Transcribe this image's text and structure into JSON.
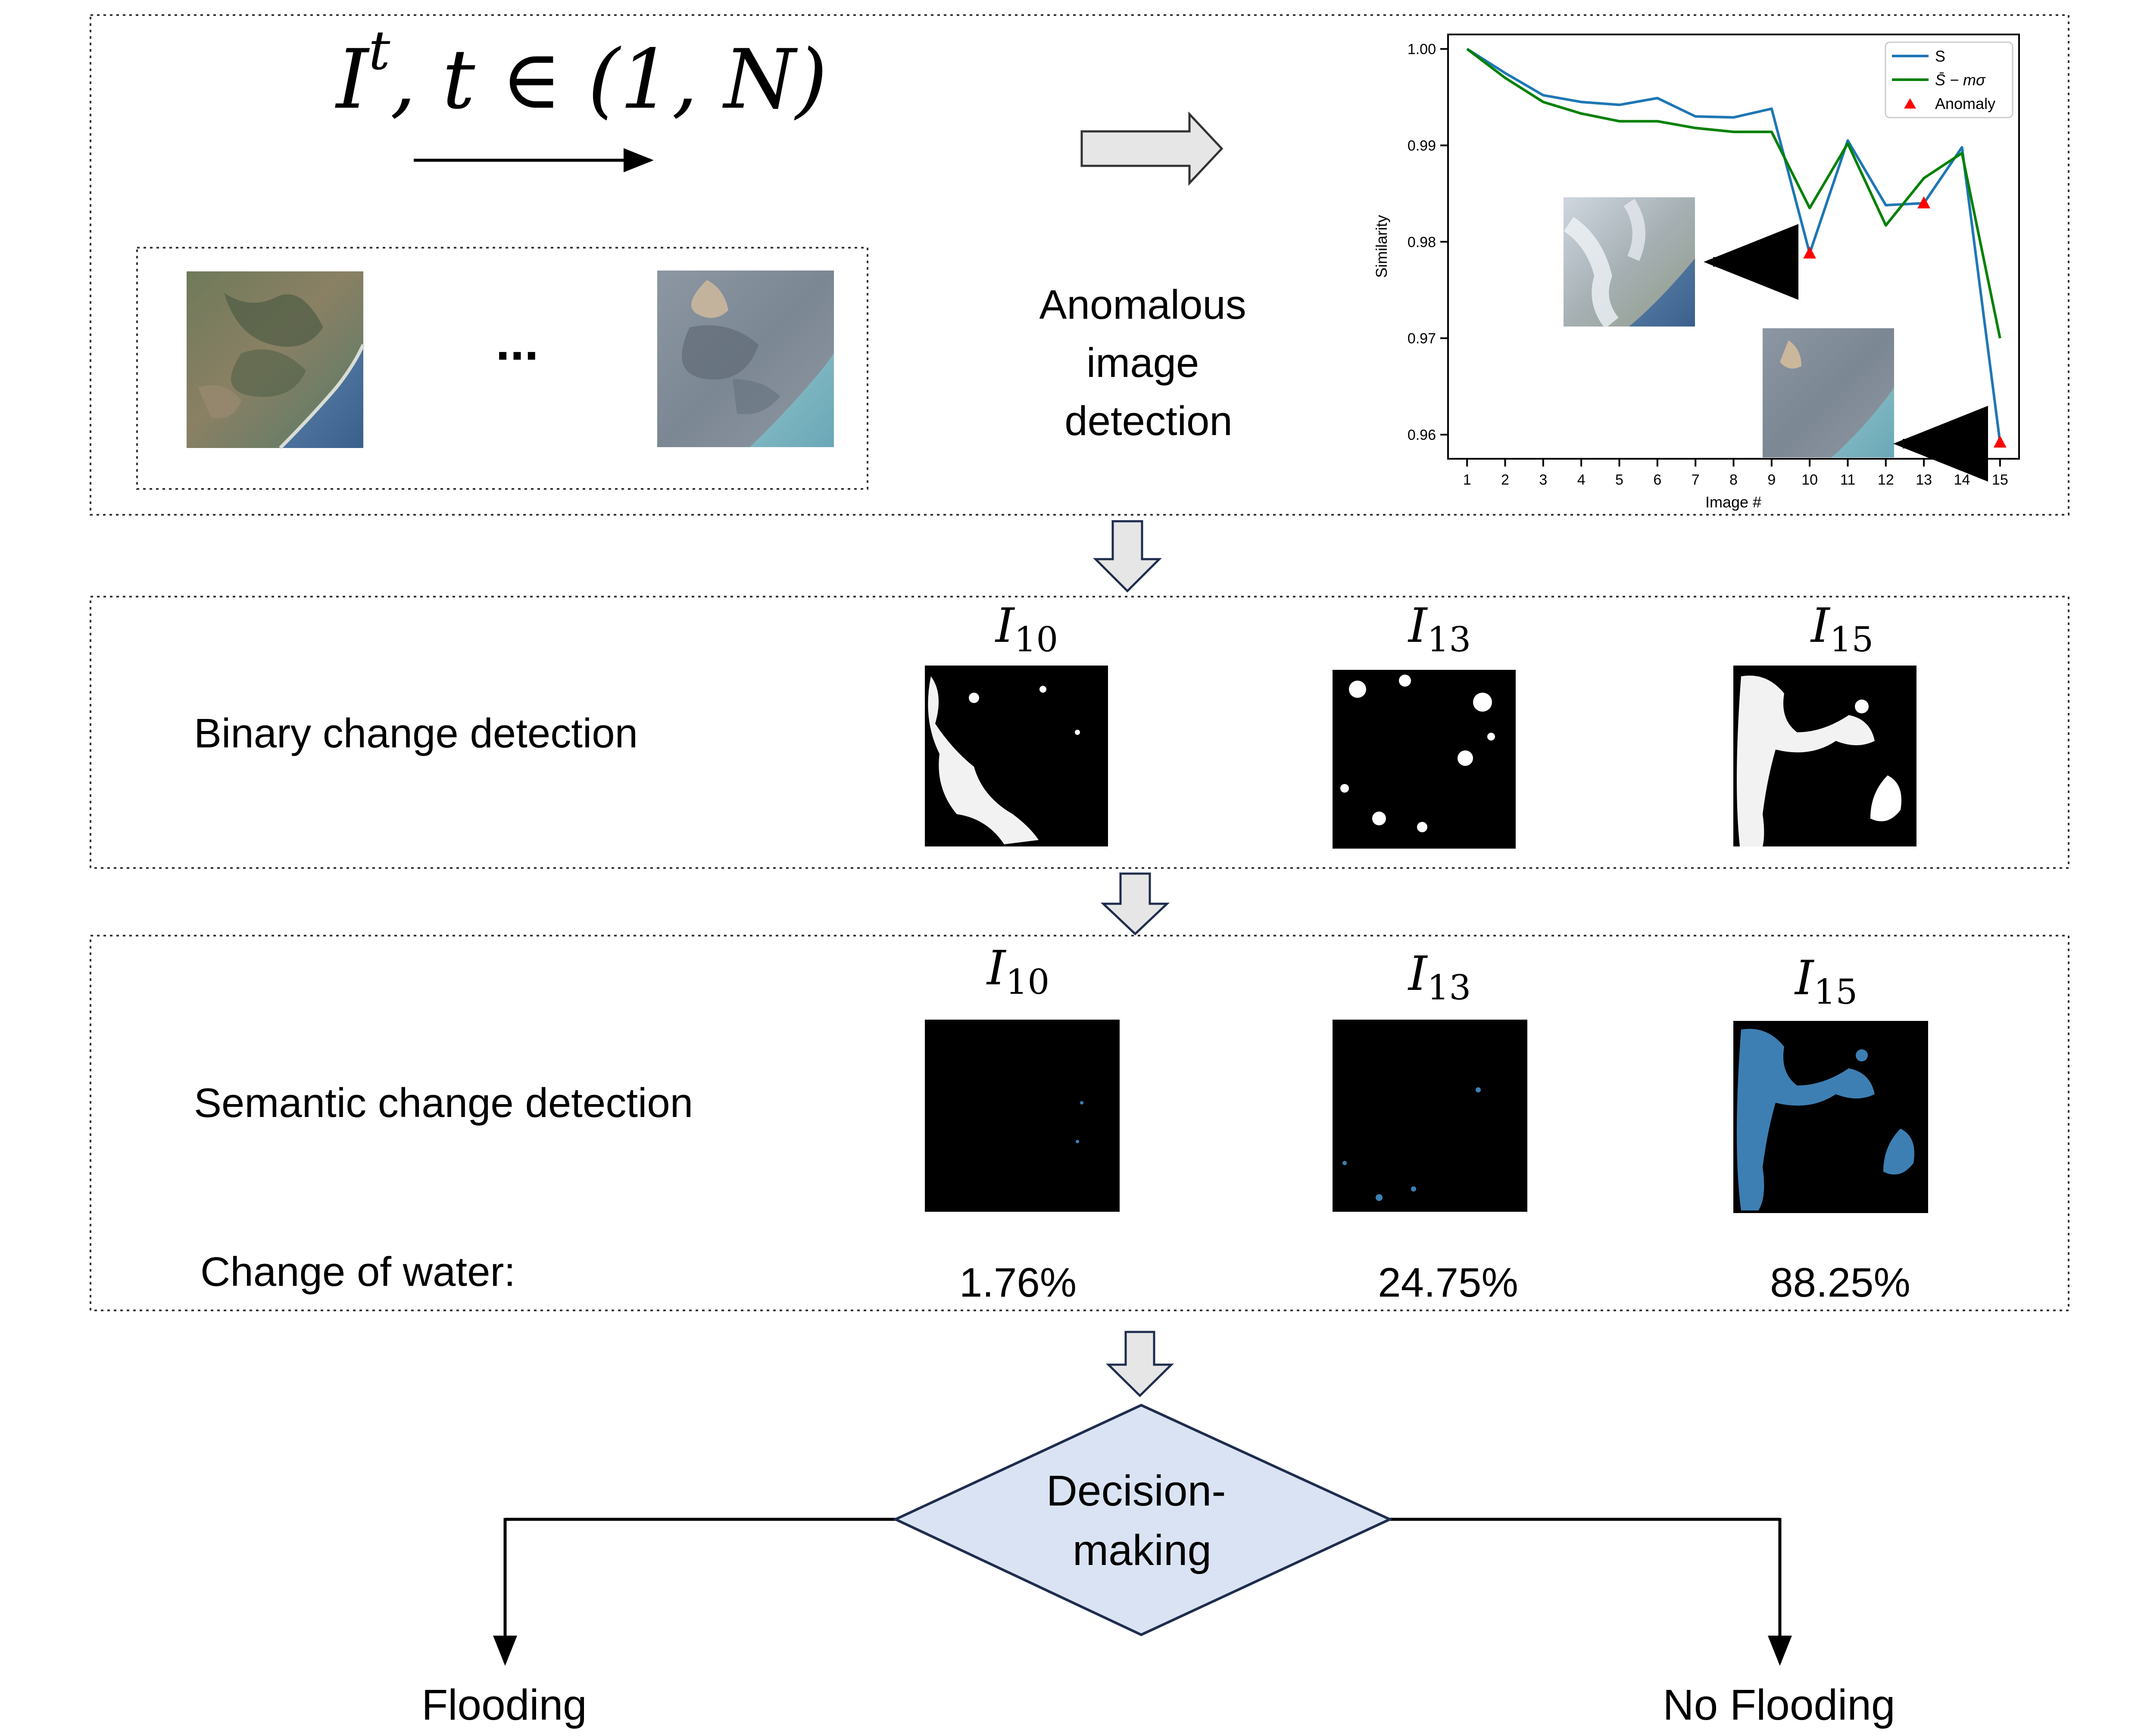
{
  "top": {
    "sequence_label": {
      "symbol": "I",
      "superscript": "t",
      "rest": ", t ∈ (1, N)"
    },
    "ellipsis": "...",
    "step_label": [
      "Anomalous",
      "image",
      "detection"
    ]
  },
  "chart_data": {
    "type": "line",
    "x": [
      1,
      2,
      3,
      4,
      5,
      6,
      7,
      8,
      9,
      10,
      11,
      12,
      13,
      14,
      15
    ],
    "series": [
      {
        "name": "S",
        "color": "#1f77b4",
        "values": [
          1.0,
          0.9975,
          0.9952,
          0.9945,
          0.9942,
          0.9949,
          0.993,
          0.9929,
          0.9938,
          0.9788,
          0.9905,
          0.9838,
          0.984,
          0.9898,
          0.9592
        ]
      },
      {
        "name": "S̄ − mσ",
        "color": "#008000",
        "values": [
          1.0,
          0.997,
          0.9945,
          0.9933,
          0.9925,
          0.9925,
          0.9918,
          0.9914,
          0.9914,
          0.9835,
          0.9902,
          0.9817,
          0.9866,
          0.9892,
          0.97
        ]
      },
      {
        "name": "Anomaly",
        "color": "#ff0000",
        "marker": "triangle",
        "points": [
          [
            10,
            0.9788
          ],
          [
            13,
            0.984
          ],
          [
            15,
            0.9592
          ]
        ]
      }
    ],
    "xlabel": "Image #",
    "ylabel": "Similarity",
    "ylim": [
      0.9575,
      1.0015
    ],
    "xlim": [
      0.5,
      15.5
    ],
    "yticks": [
      "1.00",
      "0.99",
      "0.98",
      "0.97",
      "0.96"
    ],
    "ytick_values": [
      1.0,
      0.99,
      0.98,
      0.97,
      0.96
    ],
    "xticks": [
      "1",
      "2",
      "3",
      "4",
      "5",
      "6",
      "7",
      "8",
      "9",
      "10",
      "11",
      "12",
      "13",
      "14",
      "15"
    ],
    "grid": false,
    "legend_position": "top-right"
  },
  "binary": {
    "label": "Binary change detection",
    "items": [
      {
        "sub": "10"
      },
      {
        "sub": "13"
      },
      {
        "sub": "15"
      }
    ]
  },
  "semantic": {
    "label": "Semantic change detection",
    "items": [
      {
        "sub": "10"
      },
      {
        "sub": "13"
      },
      {
        "sub": "15"
      }
    ],
    "water_label": "Change of water:",
    "water_values": [
      "1.76%",
      "24.75%",
      "88.25%"
    ]
  },
  "decision": {
    "line1": "Decision-",
    "line2": "making",
    "left_outcome": "Flooding",
    "right_outcome": "No Flooding"
  },
  "colors": {
    "diamond_fill": "#dae3f3",
    "diamond_stroke": "#1f2d4e",
    "arrow_fill": "#e6e6e6",
    "water_blue": "#3d7fb3"
  }
}
